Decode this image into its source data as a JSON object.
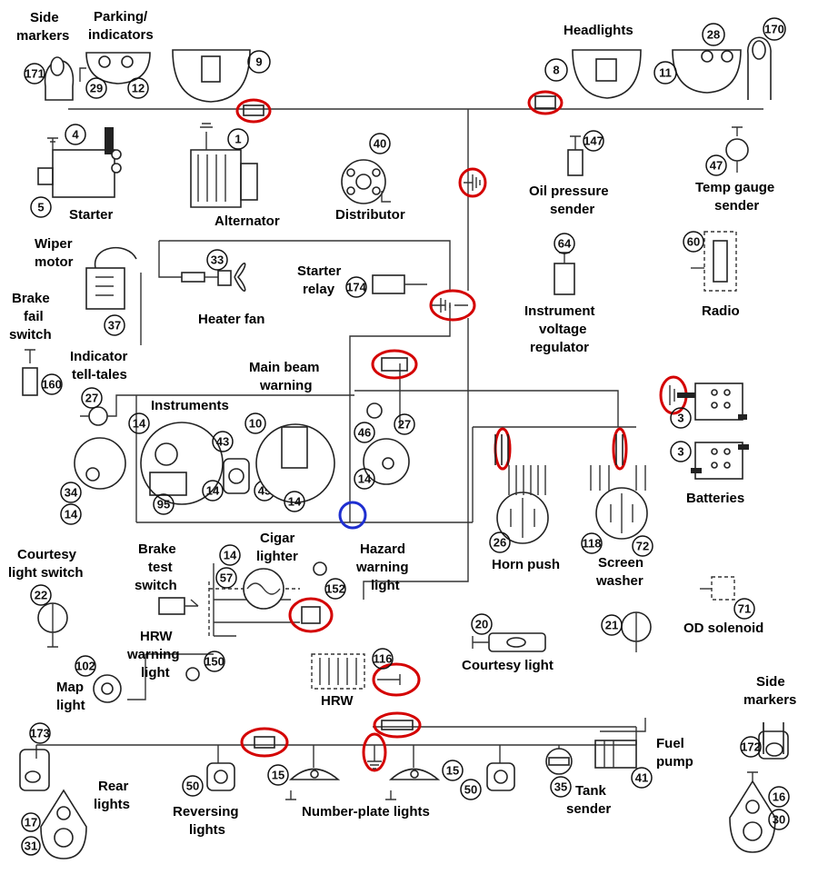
{
  "labels": {
    "side_markers_top": [
      "Side",
      "markers"
    ],
    "parking_indicators": [
      "Parking/",
      "indicators"
    ],
    "headlights": "Headlights",
    "starter": "Starter",
    "alternator": "Alternator",
    "distributor": "Distributor",
    "oil_pressure_sender": [
      "Oil pressure",
      "sender"
    ],
    "temp_gauge_sender": [
      "Temp gauge",
      "sender"
    ],
    "wiper_motor": [
      "Wiper",
      "motor"
    ],
    "heater_fan": "Heater fan",
    "starter_relay": [
      "Starter",
      "relay"
    ],
    "instrument_voltage_regulator": [
      "Instrument",
      "voltage",
      "regulator"
    ],
    "radio": "Radio",
    "brake_fail_switch": [
      "Brake",
      "fail",
      "switch"
    ],
    "indicator_tell_tales": [
      "Indicator",
      "tell-tales"
    ],
    "main_beam_warning": [
      "Main beam",
      "warning"
    ],
    "instruments": "Instruments",
    "batteries": "Batteries",
    "courtesy_light_switch": [
      "Courtesy",
      "light switch"
    ],
    "brake_test_switch": [
      "Brake",
      "test",
      "switch"
    ],
    "cigar_lighter": [
      "Cigar",
      "lighter"
    ],
    "hazard_warning_light": [
      "Hazard",
      "warning",
      "light"
    ],
    "horn_push": "Horn push",
    "screen_washer": [
      "Screen",
      "washer"
    ],
    "od_solenoid": "OD solenoid",
    "hrw_warning_light": [
      "HRW",
      "warning",
      "light"
    ],
    "courtesy_light": "Courtesy light",
    "map_light": [
      "Map",
      "light"
    ],
    "hrw": "HRW",
    "side_markers_bottom": [
      "Side",
      "markers"
    ],
    "fuel_pump": [
      "Fuel",
      "pump"
    ],
    "rear_lights": [
      "Rear",
      "lights"
    ],
    "reversing_lights": [
      "Reversing",
      "lights"
    ],
    "number_plate_lights": "Number-plate lights",
    "tank_sender": [
      "Tank",
      "sender"
    ]
  },
  "component_numbers": {
    "side_marker_front": "171",
    "parking_indicator_a": "29",
    "parking_indicator_b": "12",
    "headlamp_left": "9",
    "headlamp_right_a": "8",
    "headlamp_right_b": "11",
    "headlamp_right_c": "28",
    "side_marker_front_right": "170",
    "starter_solenoid": "4",
    "starter_motor": "5",
    "alternator": "1",
    "distributor": "40",
    "oil_pressure": "147",
    "temp_gauge": "47",
    "instrument_voltage_regulator": "64",
    "radio": "60",
    "heater_fan": "33",
    "wiper_motor": "37",
    "starter_relay": "174",
    "brake_fail_switch": "160",
    "indicator_tell_tales": "27",
    "indicator_tell_tales_2": "27",
    "instrument_lamp": "14",
    "instrument_lamp_b": "10",
    "instrument_fuel": "43",
    "instrument_left_gauge": "34",
    "instrument_left_gauge_b": "14",
    "instrument_clock": "95",
    "instrument_small": "14",
    "instrument_small_b": "45",
    "instrument_right": "14",
    "tacho_lamp": "46",
    "tacho_lamp_b": "14",
    "battery_a": "3",
    "battery_b": "3",
    "courtesy_switch": "22",
    "cigar_lamp": "14",
    "cigar_lighter": "57",
    "hazard_unit": "152",
    "horn_push": "26",
    "screen_washer_a": "118",
    "screen_washer_b": "72",
    "od_solenoid": "71",
    "hrw_warning": "150",
    "courtesy_light": "20",
    "courtesy_switch_b": "21",
    "map_light": "102",
    "hrw": "116",
    "rear_marker_left": "173",
    "rear_light_left_a": "17",
    "rear_light_left_b": "31",
    "reversing_a": "50",
    "reversing_b": "50",
    "plate_a": "15",
    "plate_b": "15",
    "tank_sender": "35",
    "fuel_pump": "41",
    "side_marker_rear_right": "172",
    "rear_light_right_a": "16",
    "rear_light_right_b": "30"
  },
  "colors": {
    "highlight_red": "#d40000",
    "highlight_blue": "#1f2fd0"
  }
}
